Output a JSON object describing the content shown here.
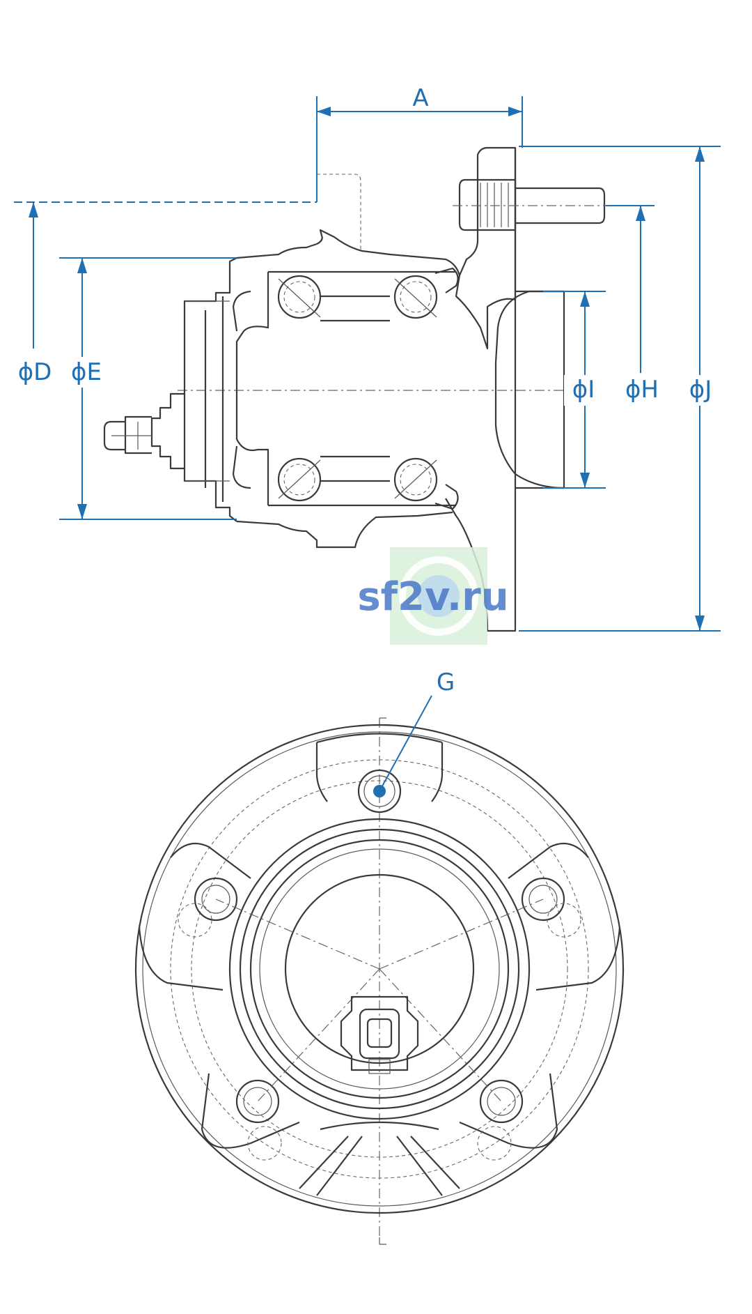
{
  "labels": {
    "A": "A",
    "D": "ϕD",
    "E": "ϕE",
    "I": "ϕI",
    "H": "ϕH",
    "J": "ϕJ",
    "G": "G"
  },
  "watermark": {
    "text": "sf2v.ru"
  },
  "colors": {
    "dimension": "#1f6fb2",
    "linework": "#3a3a3a",
    "watermark_text": "#4a78c8",
    "watermark_bg": "#d9efd9"
  }
}
